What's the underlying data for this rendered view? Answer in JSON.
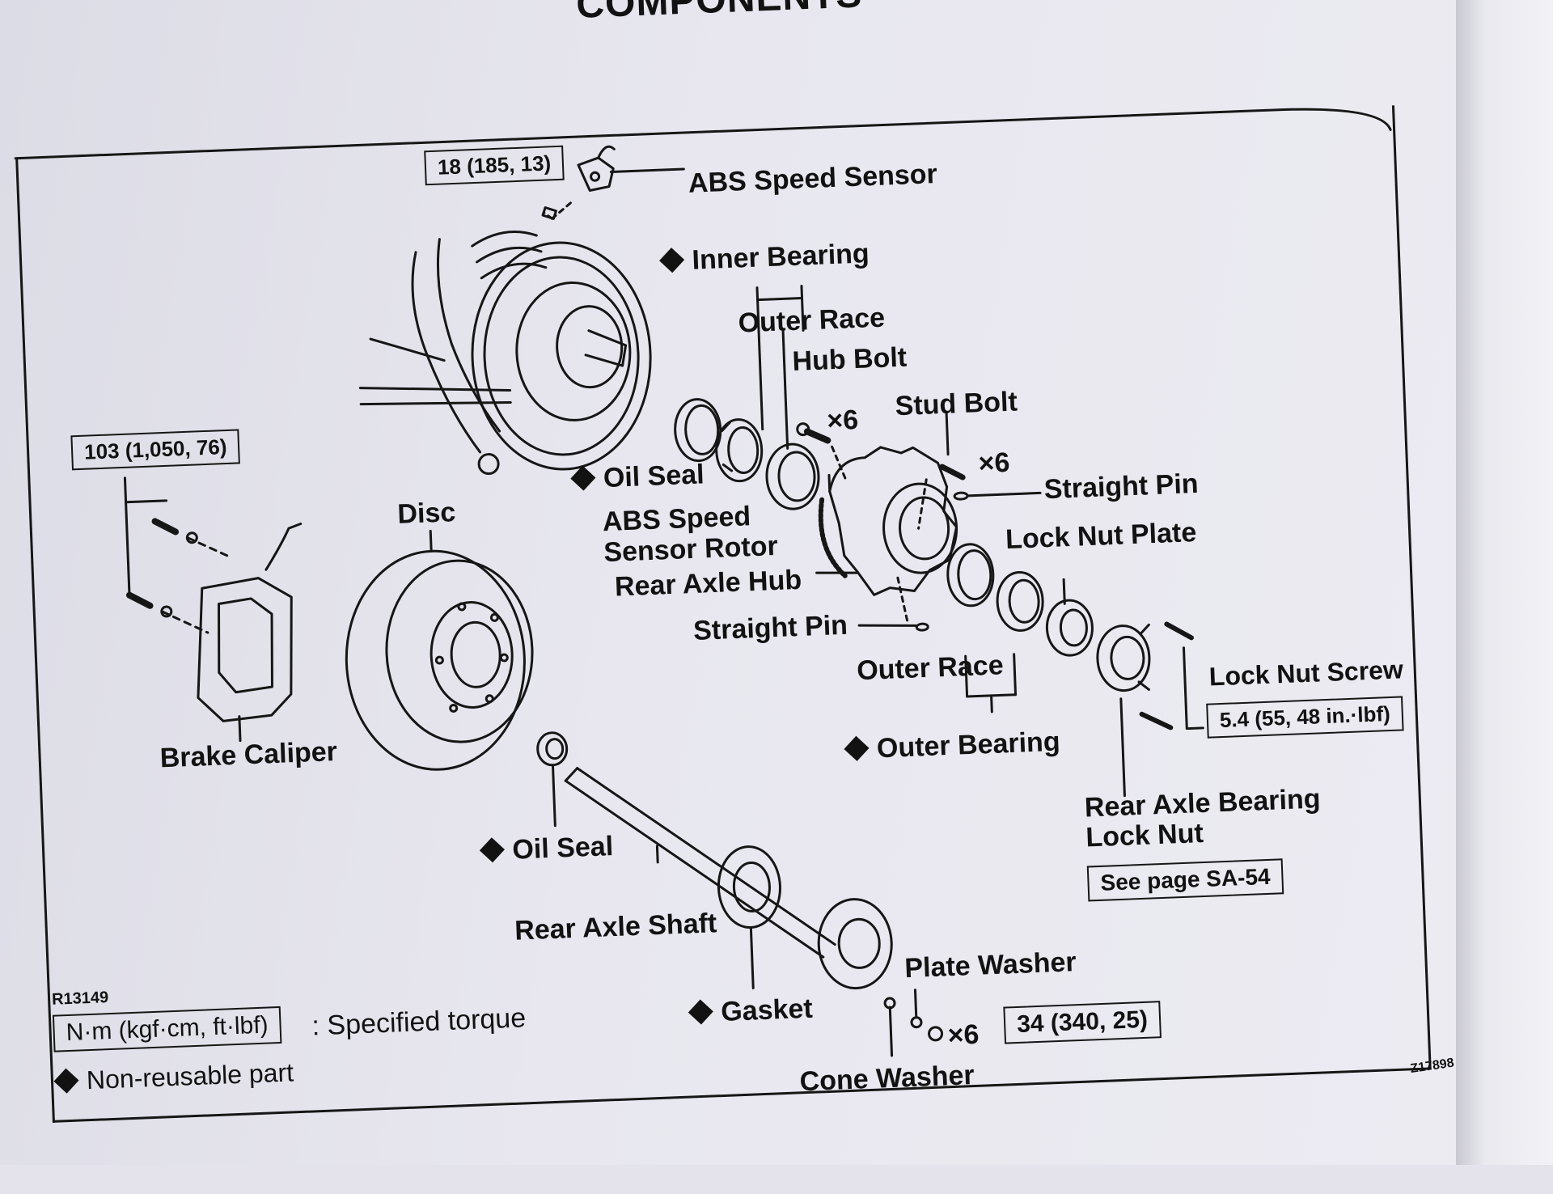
{
  "heading": "COMPONENTS",
  "figure_id": "R13149",
  "corner_code": "Z17898",
  "torques": {
    "abs_sensor_bolt": "18 (185, 13)",
    "caliper_bolt": "103 (1,050, 76)",
    "lock_nut_screw": "5.4 (55, 48 in.·lbf)",
    "axle_nut": "34 (340, 25)"
  },
  "labels": {
    "abs_speed_sensor": "ABS Speed Sensor",
    "inner_bearing": "Inner Bearing",
    "outer_race_1": "Outer Race",
    "hub_bolt": "Hub Bolt",
    "hub_bolt_qty": "×6",
    "stud_bolt": "Stud Bolt",
    "stud_bolt_qty": "×6",
    "oil_seal_1": "Oil Seal",
    "straight_pin_1": "Straight Pin",
    "abs_speed_sensor_rotor": "ABS Speed\nSensor Rotor",
    "lock_nut_plate": "Lock Nut Plate",
    "rear_axle_hub": "Rear Axle Hub",
    "straight_pin_2": "Straight Pin",
    "outer_race_2": "Outer Race",
    "lock_nut_screw": "Lock Nut Screw",
    "outer_bearing": "Outer Bearing",
    "disc": "Disc",
    "brake_caliper": "Brake Caliper",
    "oil_seal_2": "Oil Seal",
    "rear_axle_bearing_lock_nut": "Rear Axle Bearing\nLock Nut",
    "see_page": "See page SA-54",
    "rear_axle_shaft": "Rear Axle Shaft",
    "plate_washer": "Plate Washer",
    "gasket": "Gasket",
    "nut_qty": "×6",
    "cone_washer": "Cone Washer"
  },
  "legend": {
    "torque_unit": "N·m (kgf·cm, ft·lbf)",
    "torque_desc": ": Specified torque",
    "non_reusable": "Non-reusable part"
  }
}
